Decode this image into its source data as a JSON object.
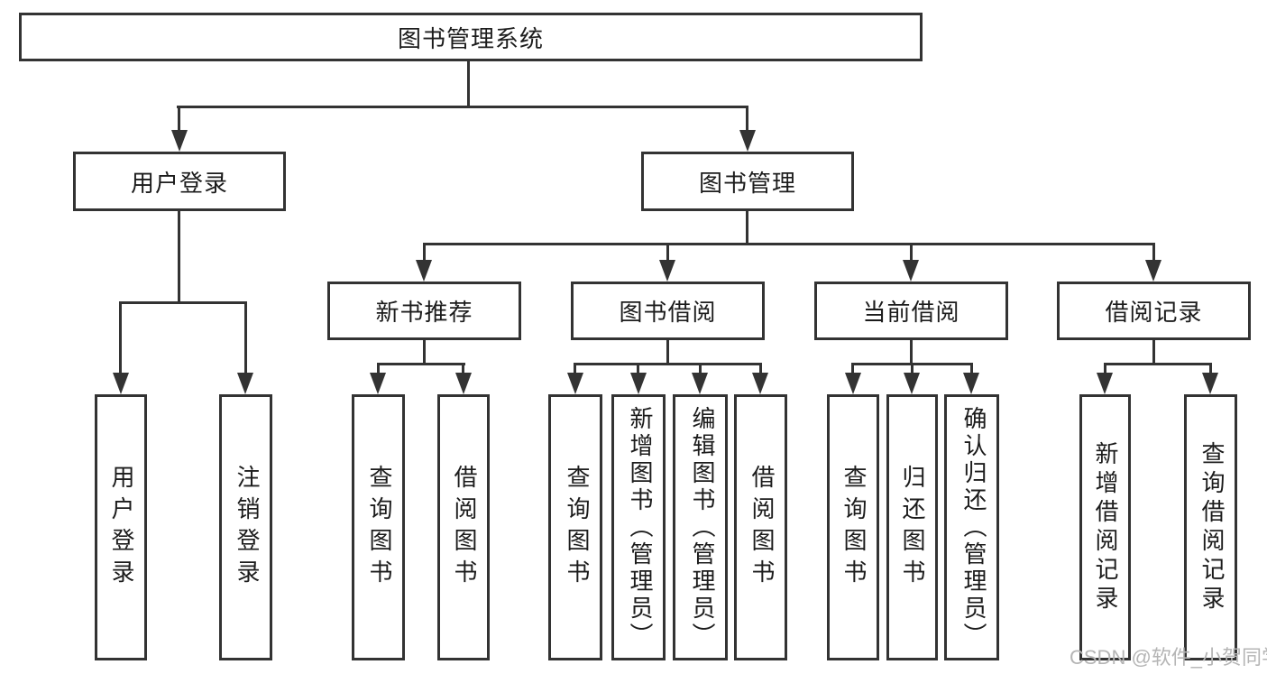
{
  "diagram": {
    "root": {
      "label": "图书管理系统"
    },
    "level2": [
      {
        "label": "用户登录"
      },
      {
        "label": "图书管理"
      }
    ],
    "level3": [
      {
        "label": "新书推荐"
      },
      {
        "label": "图书借阅"
      },
      {
        "label": "当前借阅"
      },
      {
        "label": "借阅记录"
      }
    ],
    "leaves": {
      "user_login": [
        {
          "label": "用户登录"
        },
        {
          "label": "注销登录"
        }
      ],
      "new_book": [
        {
          "label": "查询图书"
        },
        {
          "label": "借阅图书"
        }
      ],
      "book_borrow": [
        {
          "label": "查询图书"
        },
        {
          "label": "新增图书（管理员）"
        },
        {
          "label": "编辑图书（管理员）"
        },
        {
          "label": "借阅图书"
        }
      ],
      "current_borrow": [
        {
          "label": "查询图书"
        },
        {
          "label": "归还图书"
        },
        {
          "label": "确认归还（管理员）"
        }
      ],
      "borrow_record": [
        {
          "label": "新增借阅记录"
        },
        {
          "label": "查询借阅记录"
        }
      ]
    }
  },
  "watermark": {
    "text": "CSDN @软件_小贺同学"
  },
  "colors": {
    "line": "#333333",
    "text": "#1c1c1c",
    "watermark": "#b5b5b5",
    "background": "#ffffff"
  }
}
